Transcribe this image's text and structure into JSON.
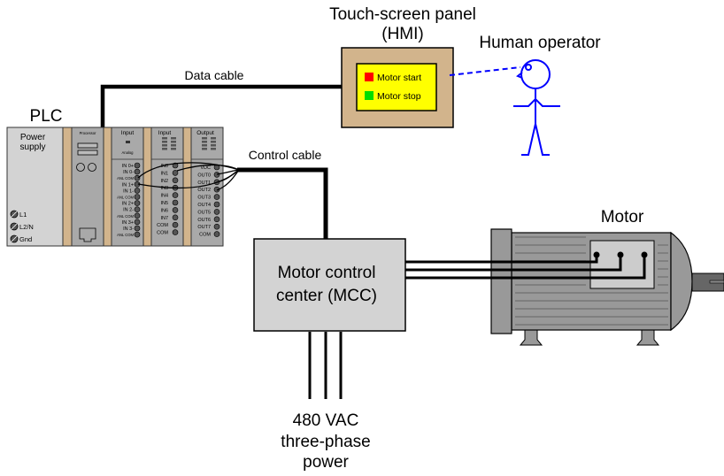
{
  "labels": {
    "hmi_title_line1": "Touch-screen panel",
    "hmi_title_line2": "(HMI)",
    "operator": "Human operator",
    "plc": "PLC",
    "data_cable": "Data cable",
    "control_cable": "Control cable",
    "motor": "Motor",
    "mcc_line1": "Motor control",
    "mcc_line2": "center (MCC)",
    "power_line1": "480 VAC",
    "power_line2": "three-phase",
    "power_line3": "power"
  },
  "hmi": {
    "buttons": [
      {
        "label": "Motor start",
        "color": "#ff0000"
      },
      {
        "label": "Motor stop",
        "color": "#00dd00"
      }
    ]
  },
  "plc": {
    "power_supply": {
      "title_line1": "Power",
      "title_line2": "supply",
      "terminals": [
        "L1",
        "L2/N",
        "Gnd"
      ]
    },
    "processor": {
      "title": "Processor"
    },
    "analog_input": {
      "title": "Input",
      "subtitle": "Analog",
      "terminals": [
        "IN 0+",
        "IN 0-",
        "ANL COM",
        "IN 1+",
        "IN 1-",
        "ANL COM",
        "IN 2+",
        "IN 2-",
        "ANL COM",
        "IN 3+",
        "IN 3-",
        "ANL COM"
      ]
    },
    "digital_input": {
      "title": "Input",
      "terminals": [
        "IN0",
        "IN1",
        "IN2",
        "IN3",
        "IN4",
        "IN5",
        "IN6",
        "IN7",
        "COM",
        "COM"
      ]
    },
    "digital_output": {
      "title": "Output",
      "terminals": [
        "VDC",
        "OUT0",
        "OUT1",
        "OUT2",
        "OUT3",
        "OUT4",
        "OUT5",
        "OUT6",
        "OUT7",
        "COM"
      ]
    }
  },
  "colors": {
    "hmi_frame": "#d2b48c",
    "hmi_screen": "#ffff00",
    "operator": "#0000ff",
    "plc_module": "#a9a9a9",
    "plc_power": "#d3d3d3",
    "plc_spacer": "#d2b48c",
    "mcc": "#d3d3d3",
    "motor_body": "#999999",
    "motor_box": "#cccccc"
  }
}
